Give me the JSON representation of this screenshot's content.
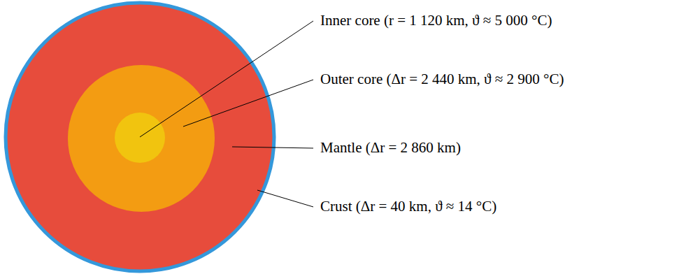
{
  "diagram": {
    "labels": [
      "Inner core (r = 1 120 km, ϑ ≈ 5 000 °C)",
      "Outer core (Δr = 2 440 km, ϑ ≈ 2 900 °C)",
      "Mantle (Δr = 2 860 km)",
      "Crust (Δr = 40 km, ϑ ≈ 14 °C)"
    ]
  }
}
